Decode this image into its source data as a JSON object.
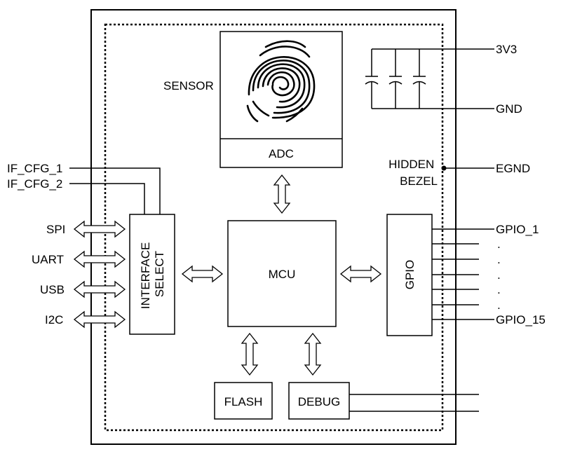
{
  "diagram": {
    "blocks": {
      "adc": "ADC",
      "mcu": "MCU",
      "interface_select_line1": "INTERFACE",
      "interface_select_line2": "SELECT",
      "gpio": "GPIO",
      "flash": "FLASH",
      "debug": "DEBUG"
    },
    "labels": {
      "sensor": "SENSOR",
      "hidden_bezel_line1": "HIDDEN",
      "hidden_bezel_line2": "BEZEL"
    },
    "left_pins": {
      "if_cfg_1": "IF_CFG_1",
      "if_cfg_2": "IF_CFG_2",
      "spi": "SPI",
      "uart": "UART",
      "usb": "USB",
      "i2c": "I2C"
    },
    "right_pins": {
      "v3v3": "3V3",
      "gnd": "GND",
      "egnd": "EGND",
      "gpio_1": "GPIO_1",
      "gpio_15": "GPIO_15",
      "ellipsis": "."
    },
    "icons": [
      "fingerprint-icon",
      "capacitor-symbol",
      "bidirectional-arrow"
    ]
  }
}
